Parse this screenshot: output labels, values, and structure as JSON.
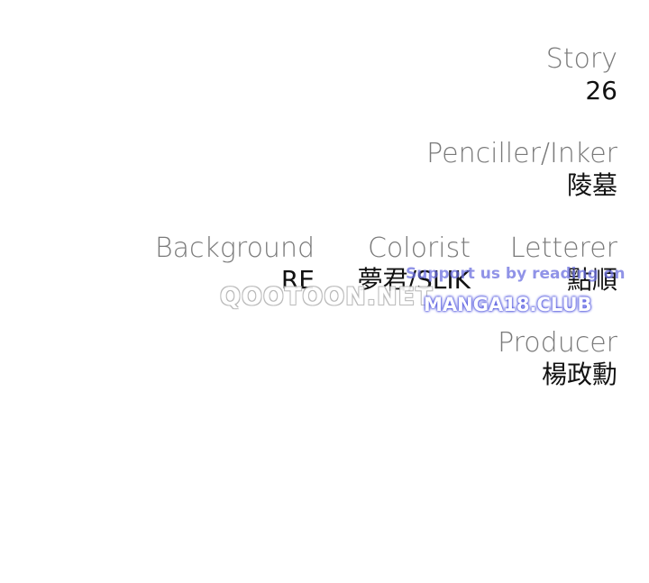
{
  "credits": {
    "story": {
      "role": "Story",
      "name": "26"
    },
    "penciller": {
      "role": "Penciller/Inker",
      "name": "陵墓"
    },
    "background": {
      "role": "Background",
      "name": "RE"
    },
    "colorist": {
      "role": "Colorist",
      "name": "夢君/SLIK"
    },
    "letterer": {
      "role": "Letterer",
      "name": "點順"
    },
    "producer": {
      "role": "Producer",
      "name": "楊政勳"
    }
  },
  "watermarks": {
    "qootoon": "QOOTOON.NET",
    "support": "Support us by reading on",
    "manga": "MANGA18.CLUB"
  }
}
